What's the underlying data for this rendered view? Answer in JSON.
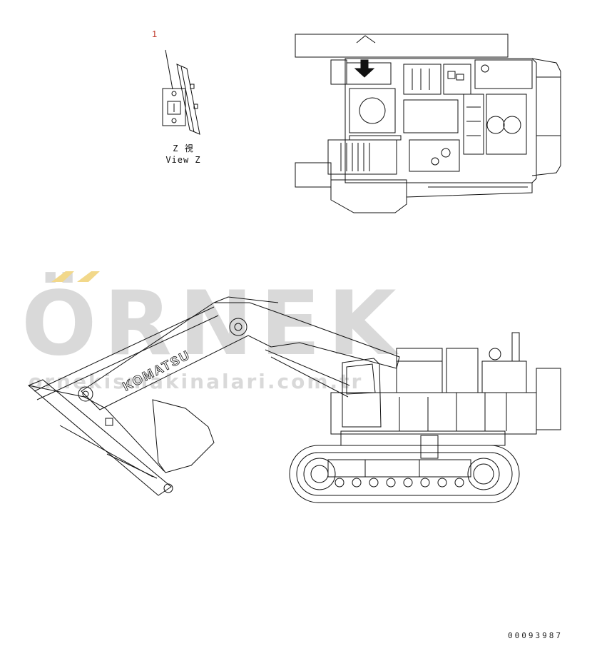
{
  "callout": {
    "number": "1"
  },
  "view_label": {
    "cjk": "Z  視",
    "en": "View Z"
  },
  "watermark": {
    "brand": "ÖRNEK",
    "url": "ornekismakinalari.com.tr"
  },
  "machine": {
    "boom_brand": "KOMATSU"
  },
  "document": {
    "number": "00093987"
  },
  "colors": {
    "line": "#111111",
    "callout": "#c0392b",
    "watermark": "#d9d9d9",
    "accent": "#f2d88a"
  }
}
